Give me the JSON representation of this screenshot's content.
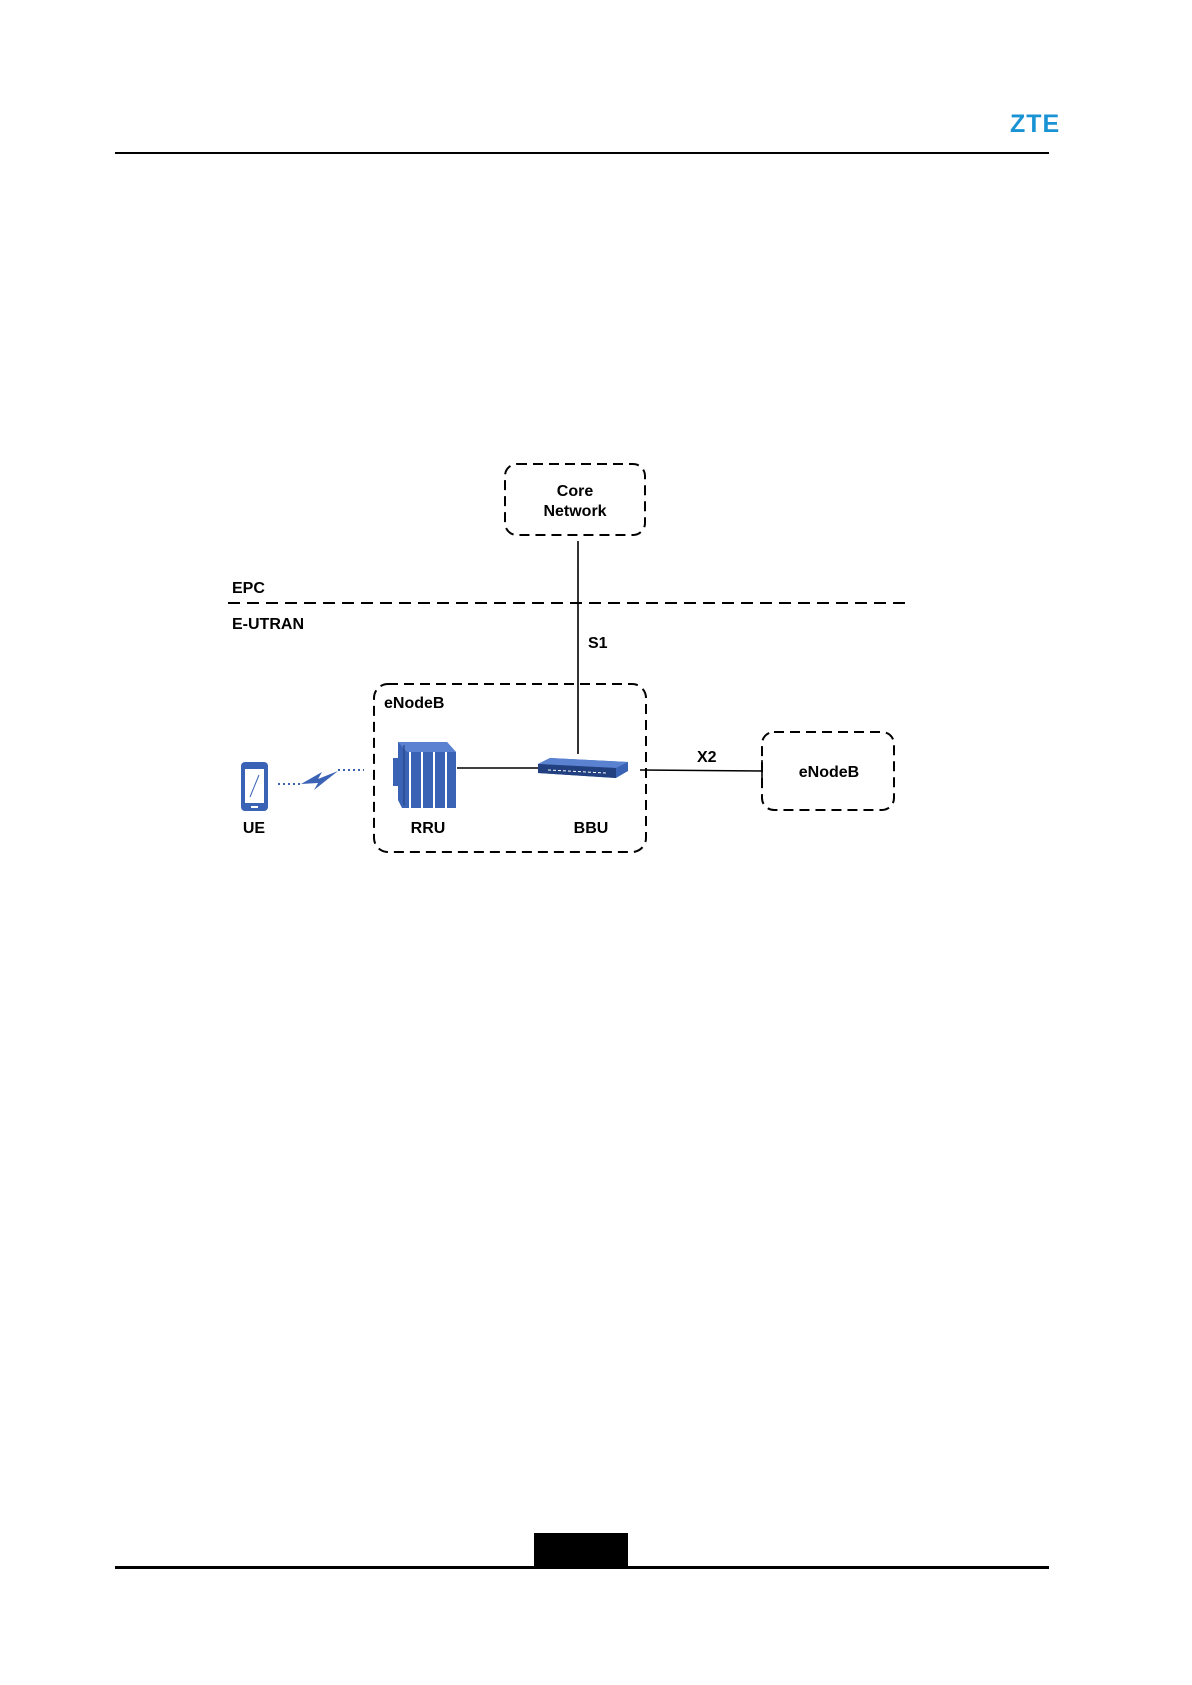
{
  "header": {
    "brand": "ZTE"
  },
  "diagram": {
    "core_network": [
      "Core",
      "Network"
    ],
    "zone_upper": "EPC",
    "zone_lower": "E-UTRAN",
    "link_s1": "S1",
    "link_x2": "X2",
    "enodeb_group": "eNodeB",
    "enodeb_neighbor": "eNodeB",
    "ue": "UE",
    "rru": "RRU",
    "bbu": "BBU"
  },
  "colors": {
    "brand": "#1a93d4",
    "device": "#3a62b5",
    "device_dark": "#22407f"
  }
}
